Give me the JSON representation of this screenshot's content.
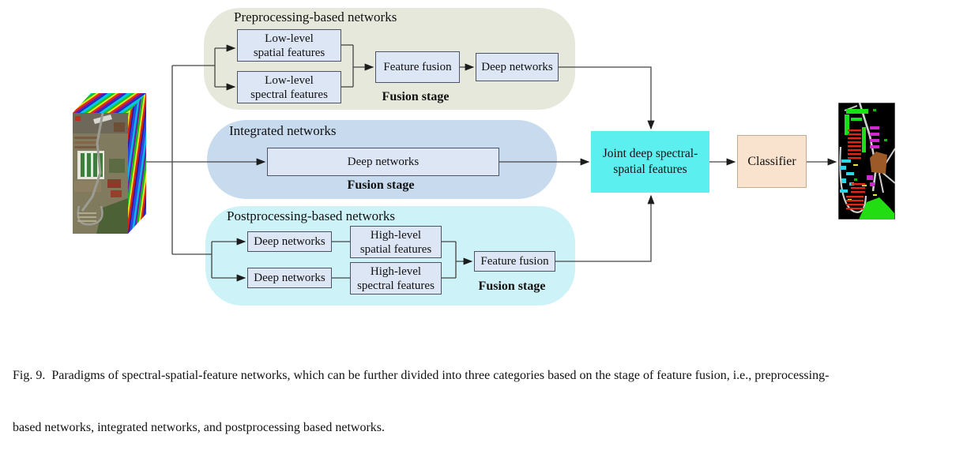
{
  "colors": {
    "panel_preprocessing_bg": "#e5e8da",
    "panel_integrated_bg": "#c7daee",
    "panel_postprocessing_bg": "#cdf3f8",
    "node_box_bg": "#dde6f5",
    "node_box_border": "#4d5266",
    "joint_box_bg": "#5cefef",
    "classifier_box_bg": "#f9e3ce",
    "connector_line": "#444444"
  },
  "diagram": {
    "input_image": "hyperspectral-data-cube",
    "output_image": "classification-map",
    "preprocessing": {
      "title": "Preprocessing-based networks",
      "spatial_box": {
        "line1": "Low-level",
        "line2": "spatial features"
      },
      "spectral_box": {
        "line1": "Low-level",
        "line2": "spectral features"
      },
      "feature_fusion": "Feature fusion",
      "deep_networks": "Deep networks",
      "fusion_stage": "Fusion stage"
    },
    "integrated": {
      "title": "Integrated networks",
      "deep_networks": "Deep networks",
      "fusion_stage": "Fusion stage"
    },
    "postprocessing": {
      "title": "Postprocessing-based networks",
      "deep_networks_top": "Deep networks",
      "deep_networks_bottom": "Deep networks",
      "spatial_box": {
        "line1": "High-level",
        "line2": "spatial features"
      },
      "spectral_box": {
        "line1": "High-level",
        "line2": "spectral features"
      },
      "feature_fusion": "Feature fusion",
      "fusion_stage": "Fusion stage"
    },
    "joint_features": {
      "line1": "Joint deep spectral-",
      "line2": "spatial features"
    },
    "classifier": "Classifier"
  },
  "caption": {
    "line1": "Fig. 9.  Paradigms of spectral-spatial-feature networks, which can be further divided into three categories based on the stage of feature fusion, i.e., preprocessing-",
    "line2": "based networks, integrated networks, and postprocessing based networks."
  }
}
